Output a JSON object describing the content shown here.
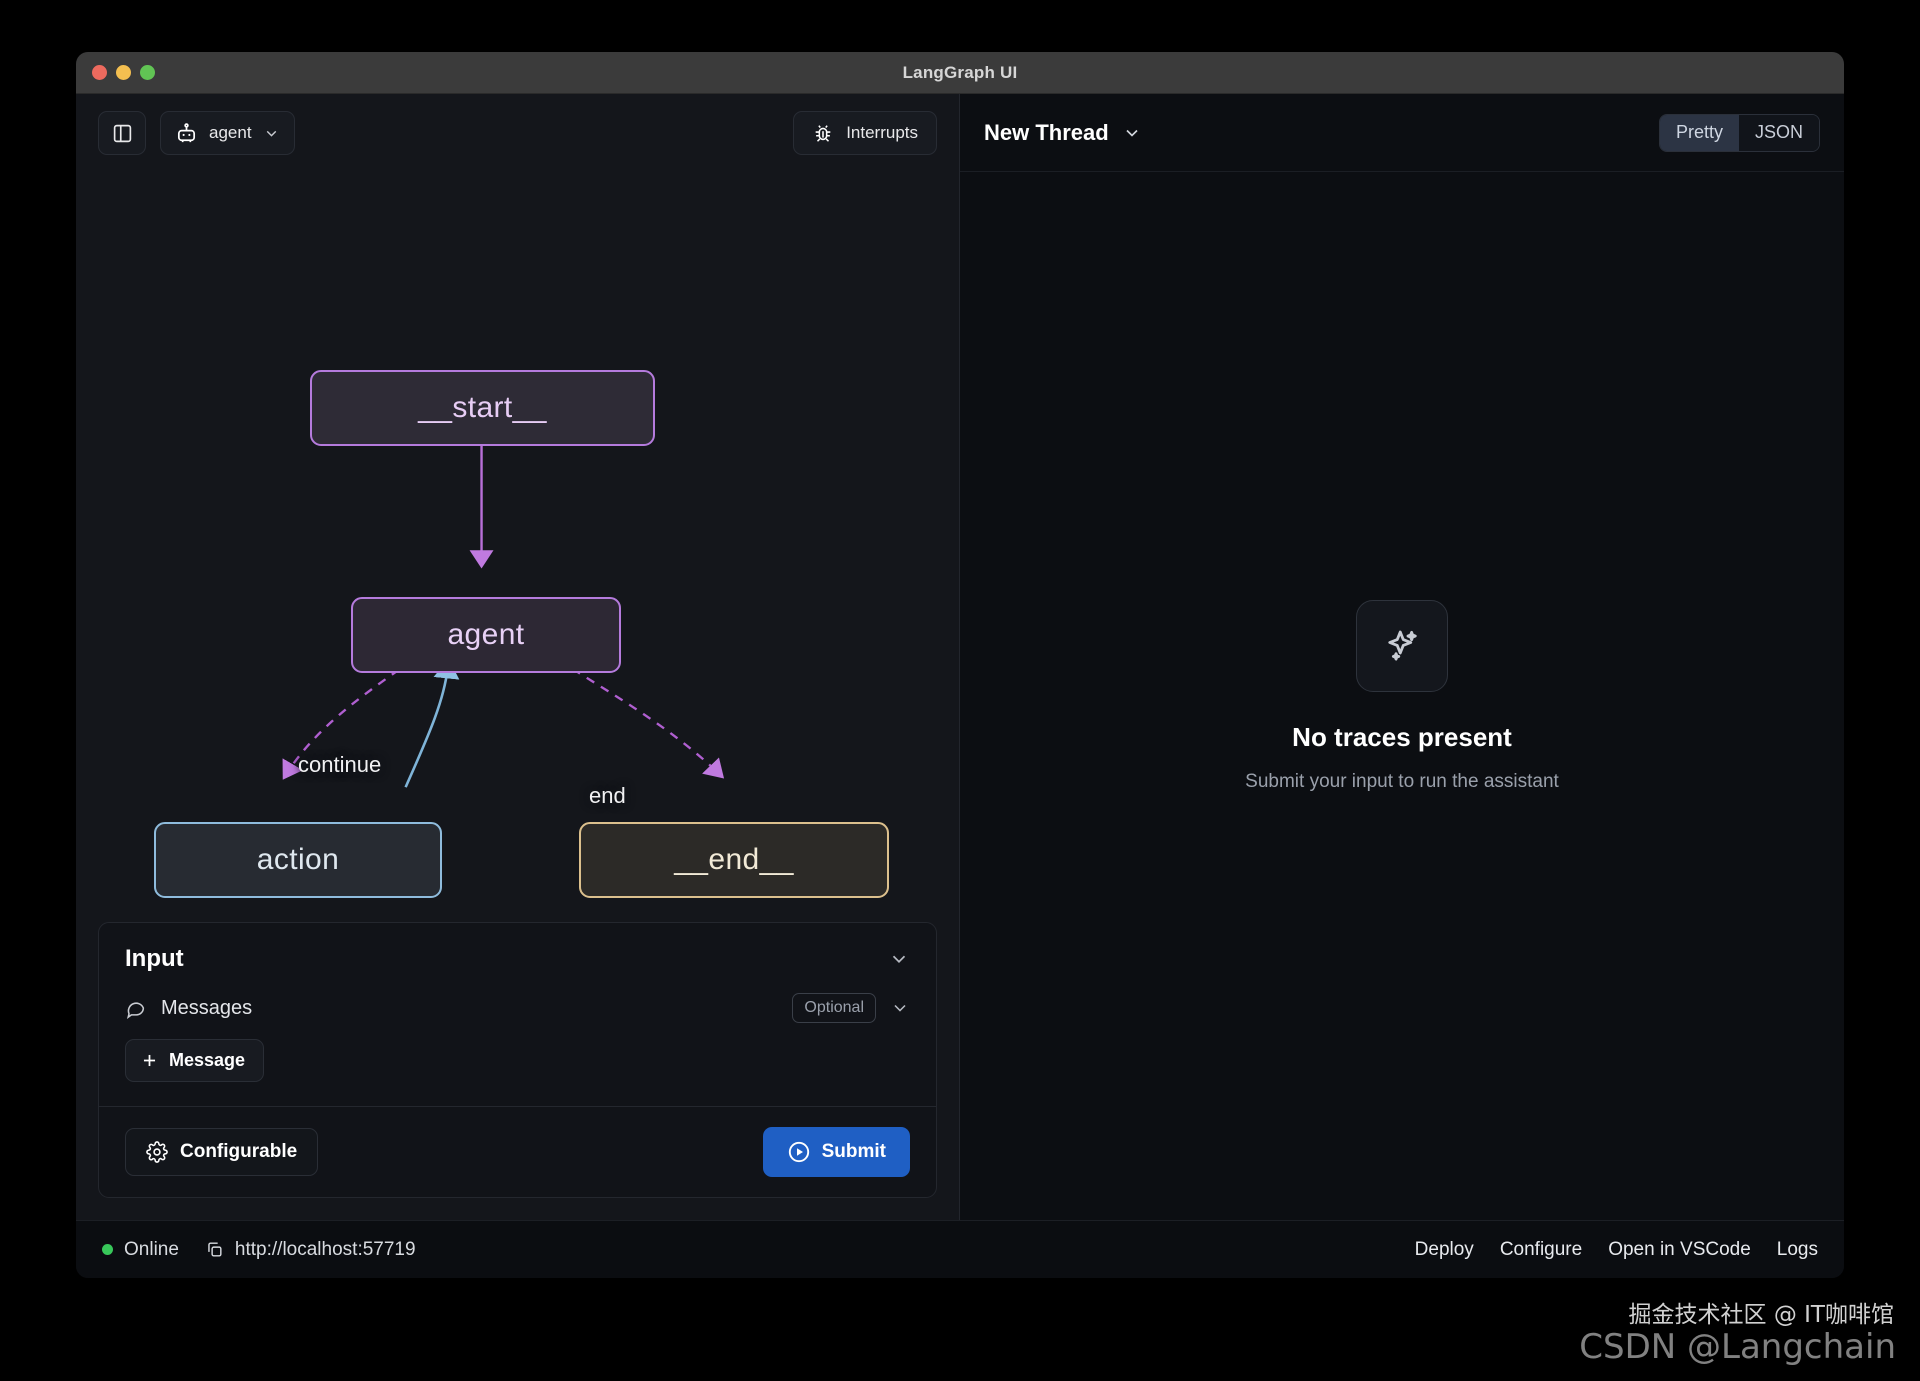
{
  "window": {
    "title": "LangGraph UI",
    "traffic_lights": [
      "close",
      "minimize",
      "maximize"
    ]
  },
  "left_toolbar": {
    "sidebar_toggle_icon": "panel-left-icon",
    "assistant_icon": "bot-icon",
    "assistant_label": "agent",
    "assistant_chevron_icon": "chevron-down-icon",
    "interrupts_icon": "bug-icon",
    "interrupts_label": "Interrupts"
  },
  "graph": {
    "nodes": [
      {
        "id": "start",
        "label": "__start__",
        "accent": "#b57bdd"
      },
      {
        "id": "agent",
        "label": "agent",
        "accent": "#b57bdd"
      },
      {
        "id": "action",
        "label": "action",
        "accent": "#8fbcdd"
      },
      {
        "id": "end",
        "label": "__end__",
        "accent": "#dcc08d"
      }
    ],
    "edges": [
      {
        "from": "__start__",
        "to": "agent",
        "label": "",
        "style": "solid",
        "color": "#b57bdd"
      },
      {
        "from": "agent",
        "to": "action",
        "label": "continue",
        "style": "dashed",
        "color": "#b05fd0"
      },
      {
        "from": "agent",
        "to": "__end__",
        "label": "end",
        "style": "dashed",
        "color": "#b05fd0"
      },
      {
        "from": "action",
        "to": "agent",
        "label": "",
        "style": "solid",
        "color": "#7fb4d8"
      }
    ],
    "edge_labels": {
      "continue": "continue",
      "end": "end"
    }
  },
  "input_panel": {
    "title": "Input",
    "collapse_icon": "chevron-down-icon",
    "messages": {
      "icon": "message-bubble-icon",
      "label": "Messages",
      "badge": "Optional",
      "chevron_icon": "chevron-down-icon"
    },
    "add_message": {
      "icon": "plus-icon",
      "label": "Message"
    },
    "configurable": {
      "icon": "gear-icon",
      "label": "Configurable"
    },
    "submit": {
      "icon": "play-circle-icon",
      "label": "Submit",
      "color": "#1f5fc4"
    }
  },
  "right_panel": {
    "thread_label": "New Thread",
    "thread_chevron_icon": "chevron-down-icon",
    "view_toggle": {
      "options": [
        "Pretty",
        "JSON"
      ],
      "selected": "Pretty"
    },
    "empty_state": {
      "icon": "sparkles-icon",
      "title": "No traces present",
      "subtitle": "Submit your input to run the assistant"
    }
  },
  "status_bar": {
    "status_icon": "status-dot-online",
    "status_label": "Online",
    "copy_icon": "copy-icon",
    "url": "http://localhost:57719",
    "links": [
      "Deploy",
      "Configure",
      "Open in VSCode",
      "Logs"
    ]
  },
  "watermarks": {
    "primary": "掘金技术社区 @ IT咖啡馆",
    "secondary": "CSDN @Langchain"
  }
}
